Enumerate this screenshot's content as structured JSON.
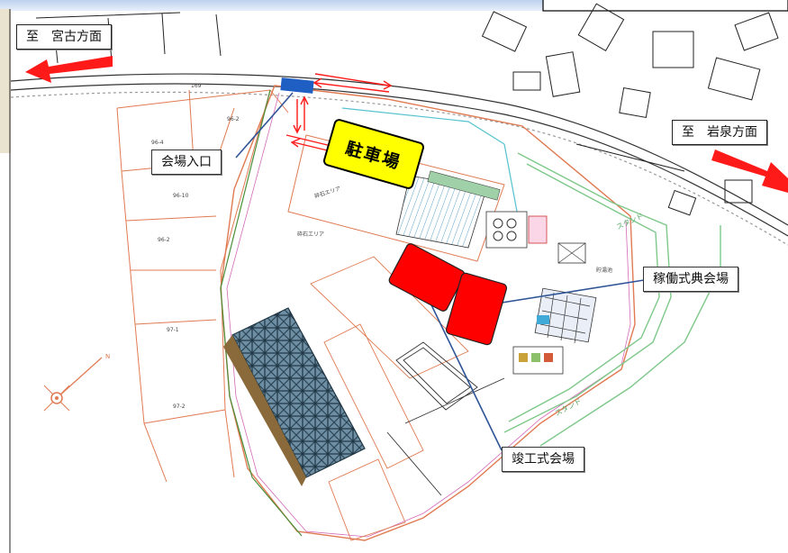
{
  "callouts": {
    "direction_miyako": "至　宮古方面",
    "direction_iwaizumi": "至　岩泉方面",
    "venue_entrance": "会場入口",
    "operation_ceremony": "稼働式典会場",
    "completion_ceremony": "竣工式会場",
    "parking": "駐車場"
  },
  "map_labels": {
    "lot_96_4": "96-4",
    "lot_96_10": "96-10",
    "lot_96_2": "96-2",
    "lot_96_2b": "96-2",
    "lot_97_1": "97-1",
    "lot_97_2": "97-2",
    "lot_169": "169",
    "stand_north": "スタンド",
    "stand_south": "スタンド",
    "storage_area_a": "砕石エリア",
    "storage_area_b": "砕石エリア",
    "reservoir": "貯湯池"
  },
  "colors": {
    "arrow_red": "#ff1a1a",
    "entrance_blue": "#1f5fc4",
    "callout_line": "#2f5597",
    "ceremony_red": "#ff0000",
    "parking_yellow": "#ffff00",
    "panel_blue": "#5b7f94",
    "boundary_orange": "#e07a52",
    "stand_green": "#7ec88a"
  },
  "icons": [
    "north-arrow-compass-icon"
  ]
}
